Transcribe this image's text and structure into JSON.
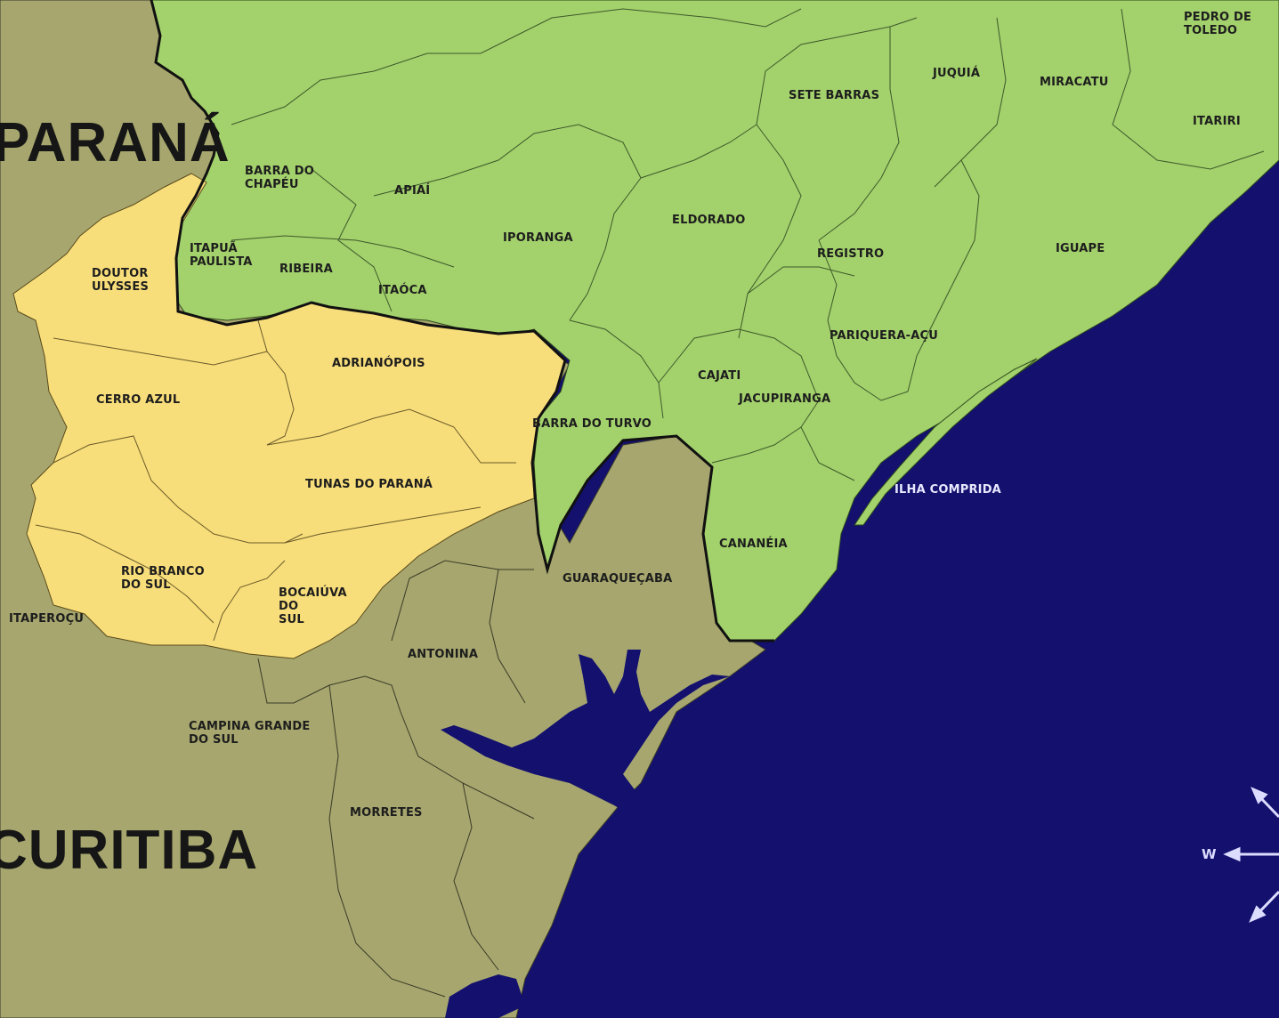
{
  "map": {
    "regions": {
      "parana": "PARANÁ",
      "curitiba": "CURITIBA"
    },
    "municipalities": {
      "pedro_de_toledo": [
        "PEDRO DE",
        "TOLEDO"
      ],
      "juquia": "JUQUIÁ",
      "miracatu": "MIRACATU",
      "sete_barras": "SETE BARRAS",
      "itariri": "ITARIRI",
      "barra_do_chapeu": [
        "BARRA DO",
        "CHAPÉU"
      ],
      "apiai": "APIAÍ",
      "iporanga": "IPORANGA",
      "eldorado": "ELDORADO",
      "iguape": "IGUAPE",
      "registro": "REGISTRO",
      "itapua_paulista": [
        "ITAPUÃ",
        "PAULISTA"
      ],
      "ribeira": "RIBEIRA",
      "itaoca": "ITAÓCA",
      "doutor_ulysses": [
        "DOUTOR",
        "ULYSSES"
      ],
      "pariquera_acu": "PARIQUERA-AÇU",
      "adrianopolis": "ADRIANÓPOIS",
      "cajati": "CAJATI",
      "jacupiranga": "JACUPIRANGA",
      "cerro_azul": "CERRO AZUL",
      "barra_do_turvo": "BARRA DO TURVO",
      "tunas_do_parana": "TUNAS DO PARANÁ",
      "ilha_comprida": "ILHA COMPRIDA",
      "cananeia": "CANANÉIA",
      "rio_branco_do_sul": [
        "RIO BRANCO",
        "DO SUL"
      ],
      "bocaiuva_do_sul": [
        "BOCAIÚVA",
        "DO",
        "SUL"
      ],
      "guaraquecaba": "GUARAQUEÇABA",
      "itaperocu": "ITAPEROÇU",
      "antonina": "ANTONINA",
      "campina_grande_do_sul": [
        "CAMPINA GRANDE",
        "DO SUL"
      ],
      "morretes": "MORRETES"
    },
    "compass": {
      "west": "W"
    },
    "colors": {
      "sao_paulo_green": "#a3d16c",
      "parana_yellow": "#f8de7a",
      "parana_olive": "#a6a66e",
      "ocean": "#13106e",
      "border": "#111111"
    }
  }
}
